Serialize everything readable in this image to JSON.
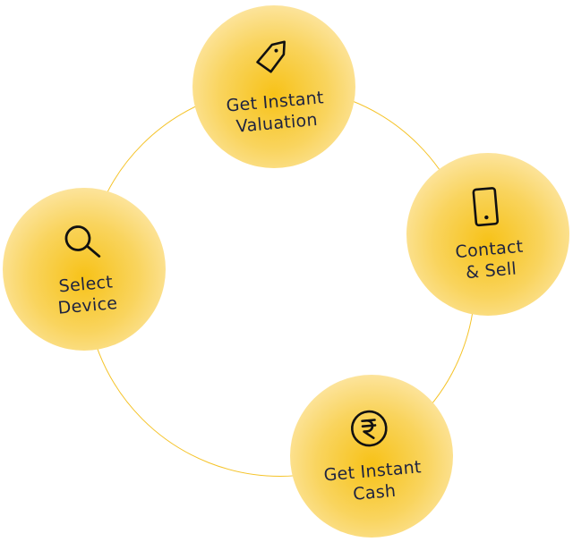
{
  "steps": [
    {
      "id": "valuation",
      "icon": "tag-icon",
      "label_lines": [
        "Get Instant",
        "Valuation"
      ]
    },
    {
      "id": "contact",
      "icon": "phone-icon",
      "label_lines": [
        "Contact",
        "& Sell"
      ]
    },
    {
      "id": "cash",
      "icon": "rupee-icon",
      "label_lines": [
        "Get Instant",
        "Cash"
      ]
    },
    {
      "id": "select",
      "icon": "search-icon",
      "label_lines": [
        "Select",
        "Device"
      ]
    }
  ],
  "colors": {
    "accent": "#f7c218",
    "ring": "#f5c328",
    "text": "#1e2340"
  }
}
